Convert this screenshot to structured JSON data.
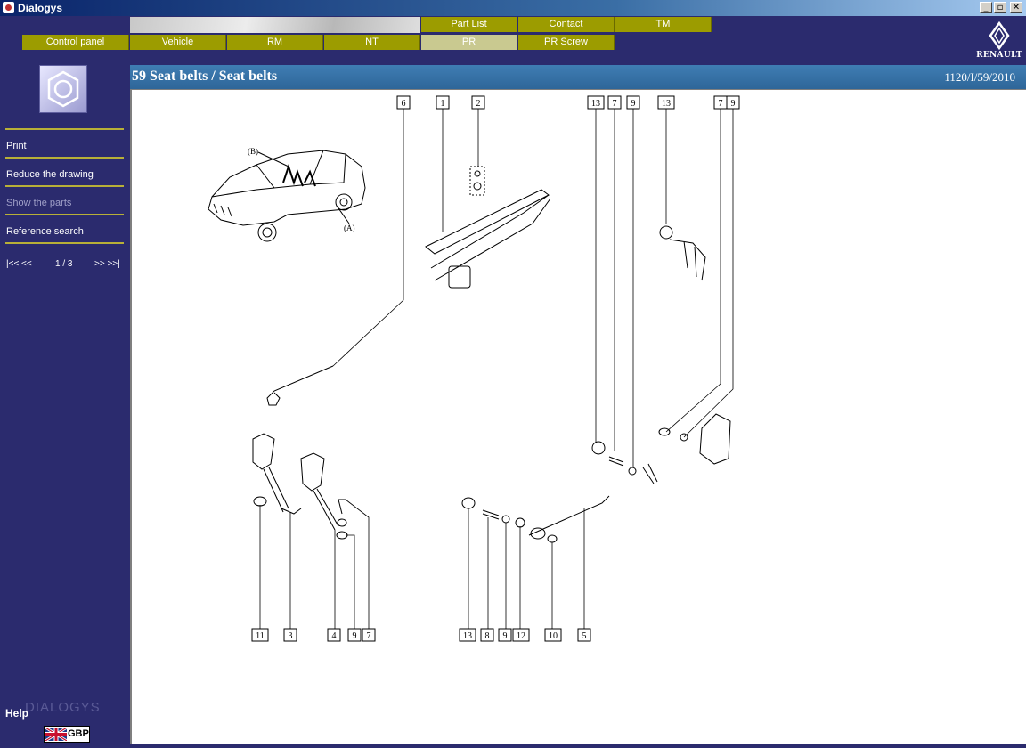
{
  "window": {
    "title": "Dialogys",
    "minimize": "_",
    "maximize": "▫",
    "close": "✕"
  },
  "topbar": {
    "upper_tabs": [
      {
        "label": "Part List"
      },
      {
        "label": "Contact"
      },
      {
        "label": "TM"
      }
    ],
    "main_tabs": [
      {
        "label": "Control panel"
      },
      {
        "label": "Vehicle"
      },
      {
        "label": "RM"
      },
      {
        "label": "NT"
      },
      {
        "label": "PR",
        "active": true
      },
      {
        "label": "PR Screw"
      }
    ],
    "brand": "RENAULT"
  },
  "sidebar": {
    "menu": [
      {
        "label": "Print",
        "enabled": true
      },
      {
        "label": "Reduce the drawing",
        "enabled": true
      },
      {
        "label": "Show the parts",
        "enabled": false
      },
      {
        "label": "Reference search",
        "enabled": true
      }
    ],
    "pager": {
      "first_prev": "|<< <<",
      "page": "1 / 3",
      "next_last": ">> >>|"
    },
    "help": "Help",
    "logo_text": "DIALOGYS",
    "currency": "GBP"
  },
  "page": {
    "title": "59 Seat belts / Seat belts",
    "reference": "1120/I/59/2010"
  },
  "drawing": {
    "top_callouts": [
      "6",
      "1",
      "2",
      "13",
      "7",
      "9",
      "13",
      "7",
      "9"
    ],
    "bottom_left_callouts": [
      "11",
      "3",
      "4",
      "9",
      "7"
    ],
    "bottom_right_callouts": [
      "13",
      "8",
      "9",
      "12",
      "10",
      "5"
    ],
    "car_labels": [
      "(B)",
      "(A)"
    ]
  },
  "colors": {
    "background": "#2b2b6e",
    "tab": "#9c9c00",
    "tab_active": "#c9c990",
    "header": "#3a75ab",
    "separator": "#b8b038"
  }
}
